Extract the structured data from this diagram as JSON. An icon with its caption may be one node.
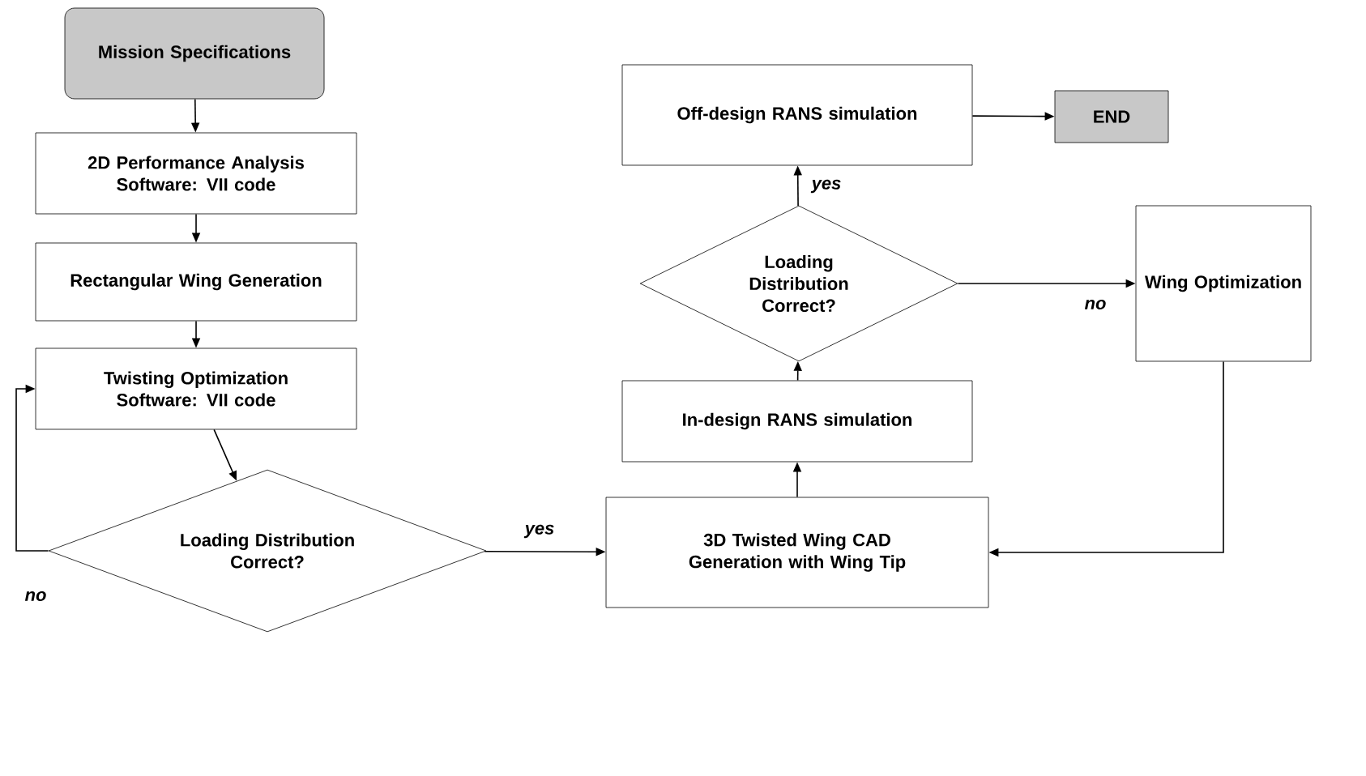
{
  "diagram": {
    "nodes": [
      {
        "text": [
          "Mission Specifications"
        ]
      },
      {
        "text": [
          "2D Performance Analysis",
          "Software: VII code"
        ]
      },
      {
        "text": [
          "Rectangular Wing Generation"
        ]
      },
      {
        "text": [
          "Twisting Optimization",
          "Software: VII code"
        ]
      },
      {
        "text": [
          "Loading Distribution Correct?"
        ]
      },
      {
        "text": [
          "3D Twisted Wing CAD Generation with Wing Tip"
        ]
      },
      {
        "text": [
          "In-design RANS simulation"
        ]
      },
      {
        "text": [
          "Loading Distribution Correct?"
        ]
      },
      {
        "text": [
          "Off-design RANS simulation"
        ]
      },
      {
        "text": [
          "END"
        ]
      },
      {
        "text": [
          "Wing Optimization"
        ]
      }
    ],
    "edges": [
      {
        "from": 0,
        "to": 1,
        "arrow": "to"
      },
      {
        "from": 1,
        "to": 2,
        "arrow": "to"
      },
      {
        "from": 2,
        "to": 3,
        "arrow": "to"
      },
      {
        "from": 3,
        "to": 4,
        "arrow": "to"
      },
      {
        "from": 4,
        "to": 3,
        "arrow": "to",
        "label": "no"
      },
      {
        "from": 4,
        "to": 5,
        "arrow": "to",
        "label": "yes"
      },
      {
        "from": 5,
        "to": 6,
        "arrow": "to"
      },
      {
        "from": 6,
        "to": 7,
        "arrow": "to"
      },
      {
        "from": 7,
        "to": 8,
        "arrow": "to",
        "label": "yes"
      },
      {
        "from": 7,
        "to": 10,
        "arrow": "to",
        "label": "no"
      },
      {
        "from": 10,
        "to": 5,
        "arrow": "to"
      },
      {
        "from": 8,
        "to": 9,
        "arrow": "to"
      }
    ]
  }
}
